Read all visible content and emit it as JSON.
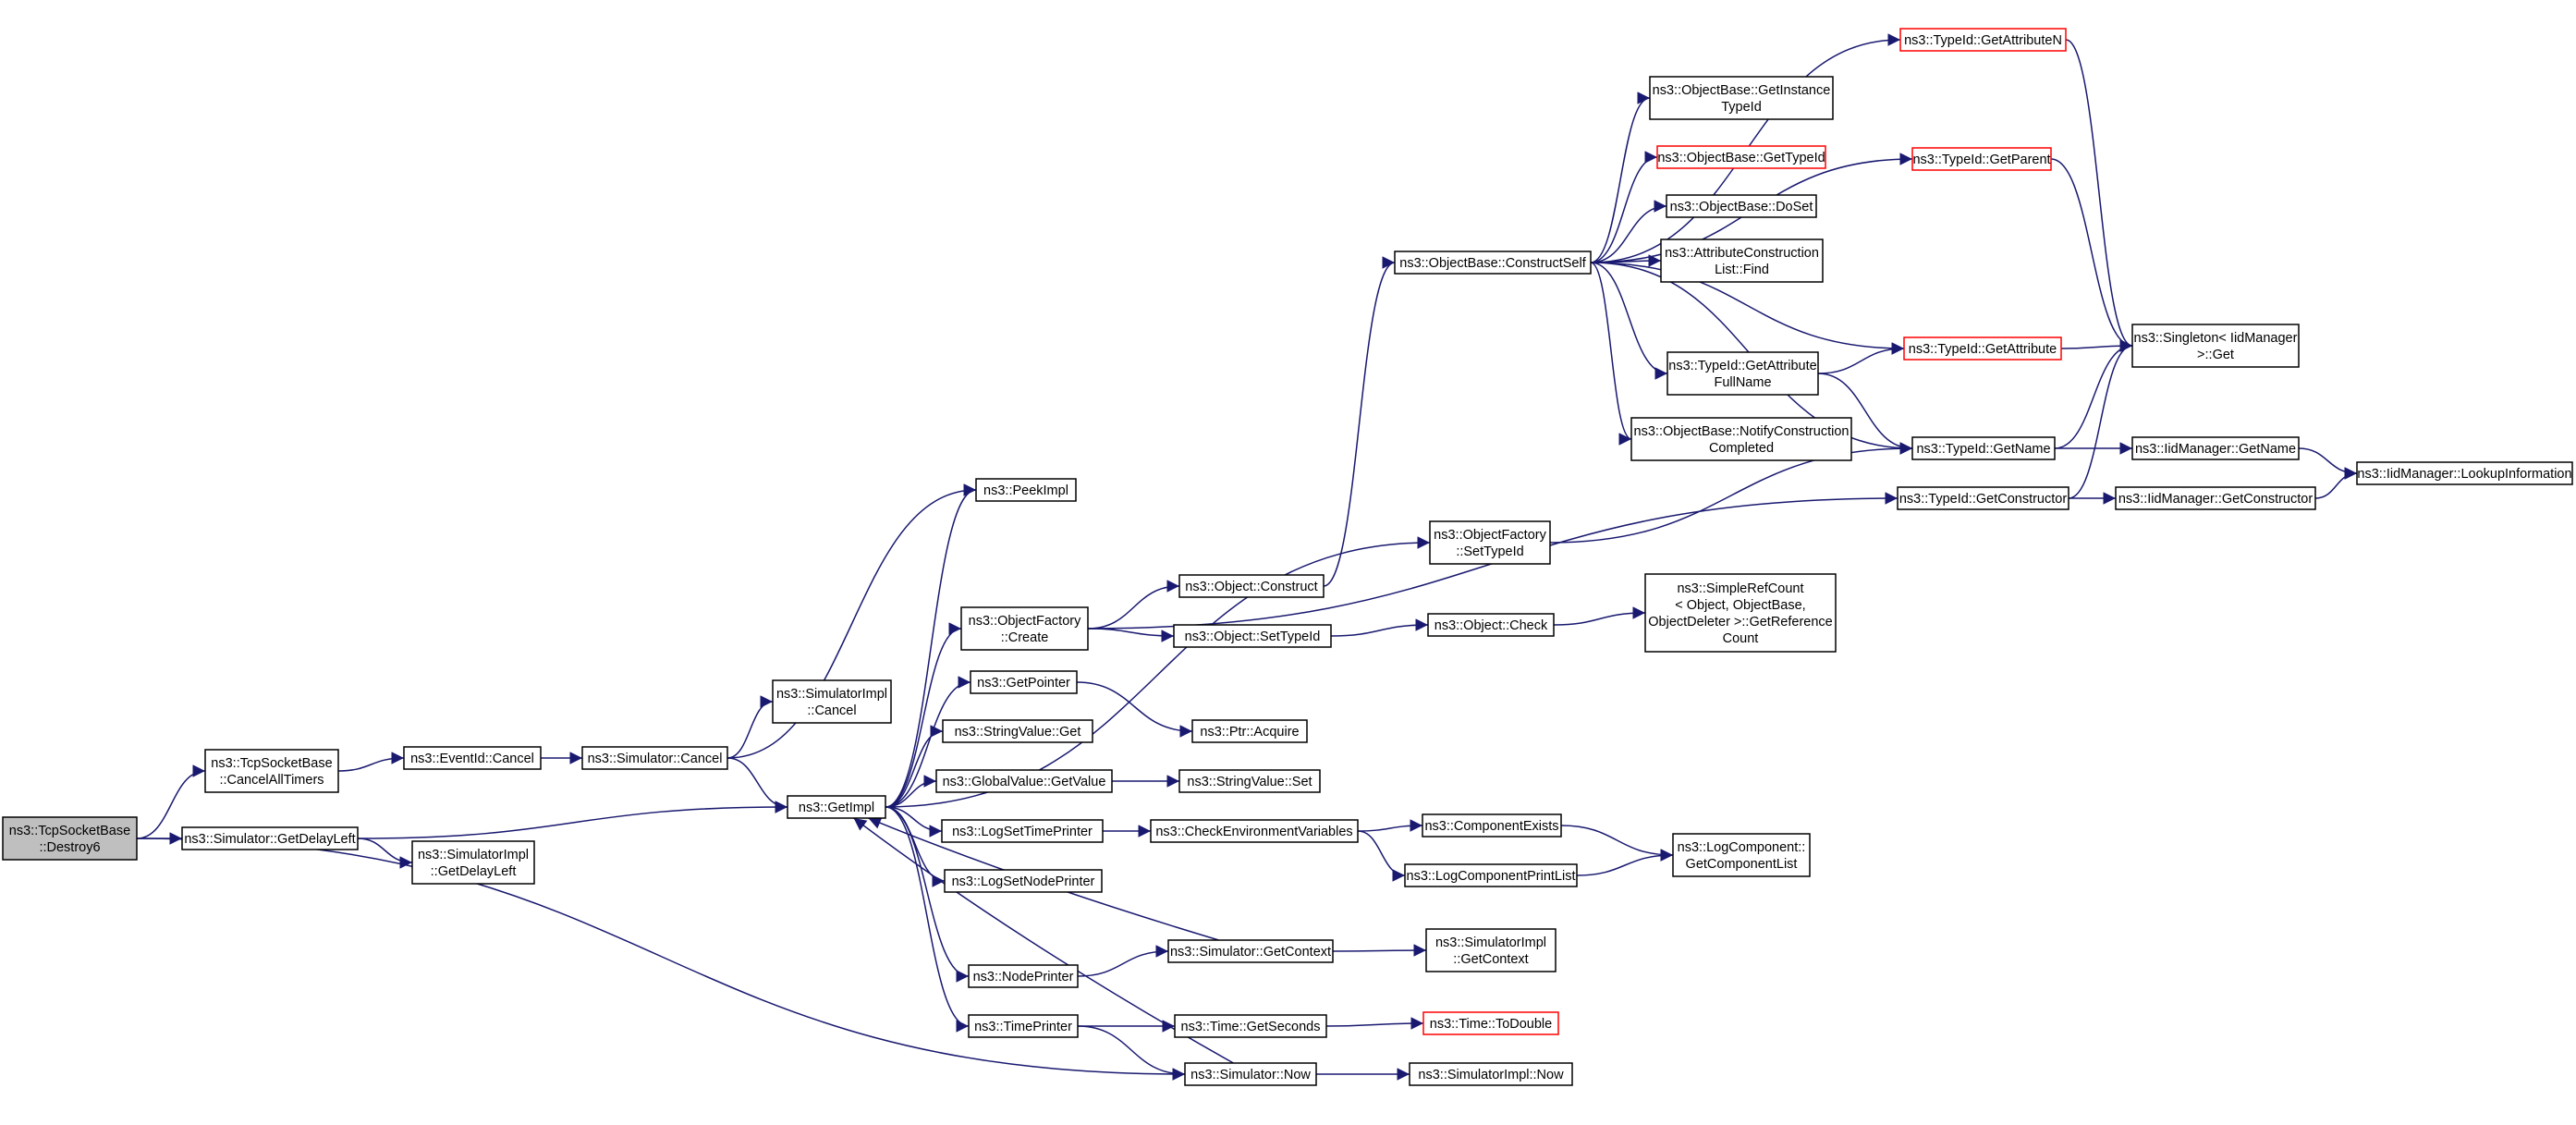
{
  "graph": {
    "title": "",
    "colors": {
      "edge": "#191970",
      "root_fill": "#bfbfbf",
      "node_border": "#000000",
      "warn_border": "#ff0000",
      "background": "#ffffff"
    },
    "nodes": [
      {
        "id": "destroy6",
        "label": "ns3::TcpSocketBase\n::Destroy6",
        "root": true
      },
      {
        "id": "cancelAllTimers",
        "label": "ns3::TcpSocketBase\n::CancelAllTimers"
      },
      {
        "id": "simGetDelayLeft",
        "label": "ns3::Simulator::GetDelayLeft"
      },
      {
        "id": "eventIdCancel",
        "label": "ns3::EventId::Cancel"
      },
      {
        "id": "simCancel",
        "label": "ns3::Simulator::Cancel"
      },
      {
        "id": "simImplGetDelayLeft",
        "label": "ns3::SimulatorImpl\n::GetDelayLeft"
      },
      {
        "id": "simImplCancel",
        "label": "ns3::SimulatorImpl\n::Cancel"
      },
      {
        "id": "getImpl",
        "label": "ns3::GetImpl"
      },
      {
        "id": "peekImpl",
        "label": "ns3::PeekImpl"
      },
      {
        "id": "objFactoryCreate",
        "label": "ns3::ObjectFactory\n::Create"
      },
      {
        "id": "getPointer",
        "label": "ns3::GetPointer"
      },
      {
        "id": "stringValueGet",
        "label": "ns3::StringValue::Get"
      },
      {
        "id": "globalValueGetValue",
        "label": "ns3::GlobalValue::GetValue"
      },
      {
        "id": "logSetTimePrinter",
        "label": "ns3::LogSetTimePrinter"
      },
      {
        "id": "logSetNodePrinter",
        "label": "ns3::LogSetNodePrinter"
      },
      {
        "id": "nodePrinter",
        "label": "ns3::NodePrinter"
      },
      {
        "id": "timePrinter",
        "label": "ns3::TimePrinter"
      },
      {
        "id": "objFactorySetTypeId",
        "label": "ns3::ObjectFactory\n::SetTypeId"
      },
      {
        "id": "objectConstruct",
        "label": "ns3::Object::Construct"
      },
      {
        "id": "objectSetTypeId",
        "label": "ns3::Object::SetTypeId"
      },
      {
        "id": "ptrAcquire",
        "label": "ns3::Ptr::Acquire"
      },
      {
        "id": "stringValueSet",
        "label": "ns3::StringValue::Set"
      },
      {
        "id": "checkEnvVars",
        "label": "ns3::CheckEnvironmentVariables"
      },
      {
        "id": "simGetContext",
        "label": "ns3::Simulator::GetContext"
      },
      {
        "id": "timeGetSeconds",
        "label": "ns3::Time::GetSeconds"
      },
      {
        "id": "simNow",
        "label": "ns3::Simulator::Now"
      },
      {
        "id": "objectCheck",
        "label": "ns3::Object::Check"
      },
      {
        "id": "componentExists",
        "label": "ns3::ComponentExists"
      },
      {
        "id": "logComponentPrintList",
        "label": "ns3::LogComponentPrintList"
      },
      {
        "id": "simImplGetContext",
        "label": "ns3::SimulatorImpl\n::GetContext"
      },
      {
        "id": "timeToDouble",
        "label": "ns3::Time::ToDouble",
        "red": true
      },
      {
        "id": "simImplNow",
        "label": "ns3::SimulatorImpl::Now"
      },
      {
        "id": "objBaseConstructSelf",
        "label": "ns3::ObjectBase::ConstructSelf"
      },
      {
        "id": "simpleRefCount",
        "label": "ns3::SimpleRefCount\n< Object, ObjectBase,\nObjectDeleter >::GetReference\nCount"
      },
      {
        "id": "logComponentGetList",
        "label": "ns3::LogComponent::\nGetComponentList"
      },
      {
        "id": "objBaseGetInstanceTypeId",
        "label": "ns3::ObjectBase::GetInstance\nTypeId"
      },
      {
        "id": "objBaseGetTypeId",
        "label": "ns3::ObjectBase::GetTypeId",
        "red": true
      },
      {
        "id": "objBaseDoSet",
        "label": "ns3::ObjectBase::DoSet"
      },
      {
        "id": "attrConstructionListFind",
        "label": "ns3::AttributeConstruction\nList::Find"
      },
      {
        "id": "typeIdGetAttributeFullName",
        "label": "ns3::TypeId::GetAttribute\nFullName"
      },
      {
        "id": "objBaseNotifyConstructionCompleted",
        "label": "ns3::ObjectBase::NotifyConstruction\nCompleted"
      },
      {
        "id": "typeIdGetAttributeN",
        "label": "ns3::TypeId::GetAttributeN",
        "red": true
      },
      {
        "id": "typeIdGetParent",
        "label": "ns3::TypeId::GetParent",
        "red": true
      },
      {
        "id": "typeIdGetAttribute",
        "label": "ns3::TypeId::GetAttribute",
        "red": true
      },
      {
        "id": "typeIdGetName",
        "label": "ns3::TypeId::GetName"
      },
      {
        "id": "typeIdGetConstructor",
        "label": "ns3::TypeId::GetConstructor"
      },
      {
        "id": "singletonGet",
        "label": "ns3::Singleton< IidManager\n >::Get"
      },
      {
        "id": "iidManagerGetName",
        "label": "ns3::IidManager::GetName"
      },
      {
        "id": "iidManagerGetConstructor",
        "label": "ns3::IidManager::GetConstructor"
      },
      {
        "id": "iidManagerLookupInformation",
        "label": "ns3::IidManager::LookupInformation"
      }
    ],
    "edges": [
      [
        "destroy6",
        "cancelAllTimers"
      ],
      [
        "destroy6",
        "simGetDelayLeft"
      ],
      [
        "destroy6",
        "simNow"
      ],
      [
        "cancelAllTimers",
        "eventIdCancel"
      ],
      [
        "eventIdCancel",
        "simCancel"
      ],
      [
        "simCancel",
        "simImplCancel"
      ],
      [
        "simCancel",
        "getImpl"
      ],
      [
        "simCancel",
        "peekImpl"
      ],
      [
        "simGetDelayLeft",
        "getImpl"
      ],
      [
        "simGetDelayLeft",
        "simImplGetDelayLeft"
      ],
      [
        "getImpl",
        "peekImpl"
      ],
      [
        "getImpl",
        "objFactoryCreate"
      ],
      [
        "getImpl",
        "objFactorySetTypeId"
      ],
      [
        "getImpl",
        "getPointer"
      ],
      [
        "getImpl",
        "stringValueGet"
      ],
      [
        "getImpl",
        "globalValueGetValue"
      ],
      [
        "getImpl",
        "logSetTimePrinter"
      ],
      [
        "getImpl",
        "logSetNodePrinter"
      ],
      [
        "getImpl",
        "nodePrinter"
      ],
      [
        "getImpl",
        "timePrinter"
      ],
      [
        "objFactoryCreate",
        "objectConstruct"
      ],
      [
        "objFactoryCreate",
        "objectSetTypeId"
      ],
      [
        "objFactoryCreate",
        "typeIdGetConstructor"
      ],
      [
        "objectConstruct",
        "objBaseConstructSelf"
      ],
      [
        "objectSetTypeId",
        "objectCheck"
      ],
      [
        "objectCheck",
        "simpleRefCount"
      ],
      [
        "getPointer",
        "ptrAcquire"
      ],
      [
        "globalValueGetValue",
        "stringValueSet"
      ],
      [
        "logSetTimePrinter",
        "checkEnvVars"
      ],
      [
        "checkEnvVars",
        "componentExists"
      ],
      [
        "checkEnvVars",
        "logComponentPrintList"
      ],
      [
        "componentExists",
        "logComponentGetList"
      ],
      [
        "logComponentPrintList",
        "logComponentGetList"
      ],
      [
        "nodePrinter",
        "simGetContext"
      ],
      [
        "simGetContext",
        "getImpl"
      ],
      [
        "simGetContext",
        "simImplGetContext"
      ],
      [
        "timePrinter",
        "timeGetSeconds"
      ],
      [
        "timePrinter",
        "simNow"
      ],
      [
        "timeGetSeconds",
        "timeToDouble"
      ],
      [
        "simNow",
        "getImpl"
      ],
      [
        "simNow",
        "simImplNow"
      ],
      [
        "objFactorySetTypeId",
        "typeIdGetName"
      ],
      [
        "objBaseConstructSelf",
        "typeIdGetAttributeN"
      ],
      [
        "objBaseConstructSelf",
        "typeIdGetParent"
      ],
      [
        "objBaseConstructSelf",
        "objBaseGetInstanceTypeId"
      ],
      [
        "objBaseConstructSelf",
        "objBaseGetTypeId"
      ],
      [
        "objBaseConstructSelf",
        "objBaseDoSet"
      ],
      [
        "objBaseConstructSelf",
        "attrConstructionListFind"
      ],
      [
        "objBaseConstructSelf",
        "typeIdGetAttribute"
      ],
      [
        "objBaseConstructSelf",
        "typeIdGetAttributeFullName"
      ],
      [
        "objBaseConstructSelf",
        "objBaseNotifyConstructionCompleted"
      ],
      [
        "objBaseConstructSelf",
        "typeIdGetName"
      ],
      [
        "typeIdGetAttributeFullName",
        "typeIdGetAttribute"
      ],
      [
        "typeIdGetAttributeFullName",
        "typeIdGetName"
      ],
      [
        "typeIdGetAttributeN",
        "singletonGet"
      ],
      [
        "typeIdGetParent",
        "singletonGet"
      ],
      [
        "typeIdGetAttribute",
        "singletonGet"
      ],
      [
        "typeIdGetName",
        "singletonGet"
      ],
      [
        "typeIdGetName",
        "iidManagerGetName"
      ],
      [
        "typeIdGetConstructor",
        "singletonGet"
      ],
      [
        "typeIdGetConstructor",
        "iidManagerGetConstructor"
      ],
      [
        "iidManagerGetName",
        "iidManagerLookupInformation"
      ],
      [
        "iidManagerGetConstructor",
        "iidManagerLookupInformation"
      ]
    ]
  }
}
